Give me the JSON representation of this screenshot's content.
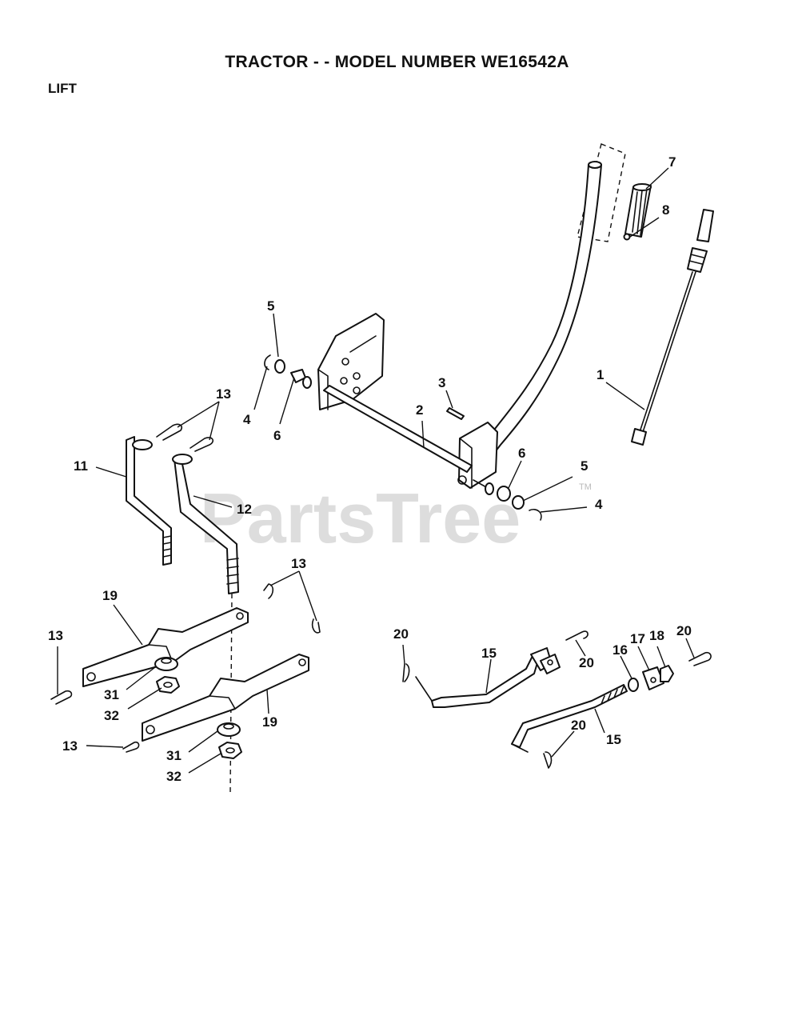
{
  "header": {
    "title": "TRACTOR - - MODEL NUMBER WE16542A",
    "section": "LIFT"
  },
  "watermark": {
    "text": "PartsTree",
    "tm": "TM"
  },
  "callouts": {
    "c1": "1",
    "c2": "2",
    "c3": "3",
    "c4a": "4",
    "c4b": "4",
    "c5a": "5",
    "c5b": "5",
    "c6a": "6",
    "c6b": "6",
    "c7": "7",
    "c8": "8",
    "c11": "11",
    "c12": "12",
    "c13a": "13",
    "c13b": "13",
    "c13c": "13",
    "c13d": "13",
    "c15a": "15",
    "c15b": "15",
    "c16": "16",
    "c17": "17",
    "c18": "18",
    "c19a": "19",
    "c19b": "19",
    "c20a": "20",
    "c20b": "20",
    "c20c": "20",
    "c20d": "20",
    "c31a": "31",
    "c31b": "31",
    "c32a": "32",
    "c32b": "32"
  }
}
